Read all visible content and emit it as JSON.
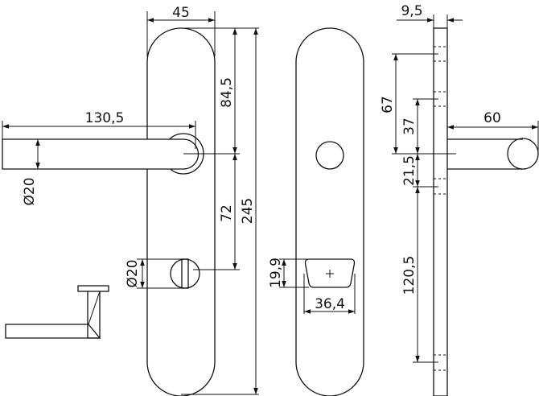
{
  "title": "Door handle set technical drawing",
  "dimensions": {
    "plate_width": "45",
    "upper_height": "84,5",
    "lower_height": "72",
    "plate_height": "245",
    "lever_length": "130,5",
    "lever_diameter": "Ø20",
    "knob_diameter": "Ø20",
    "slot_height": "19,9",
    "slot_width": "36,4",
    "plate_thickness": "9,5",
    "lever_projection": "60",
    "offset_67": "67",
    "offset_37": "37",
    "offset_21_5": "21,5",
    "offset_120_5": "120,5"
  }
}
